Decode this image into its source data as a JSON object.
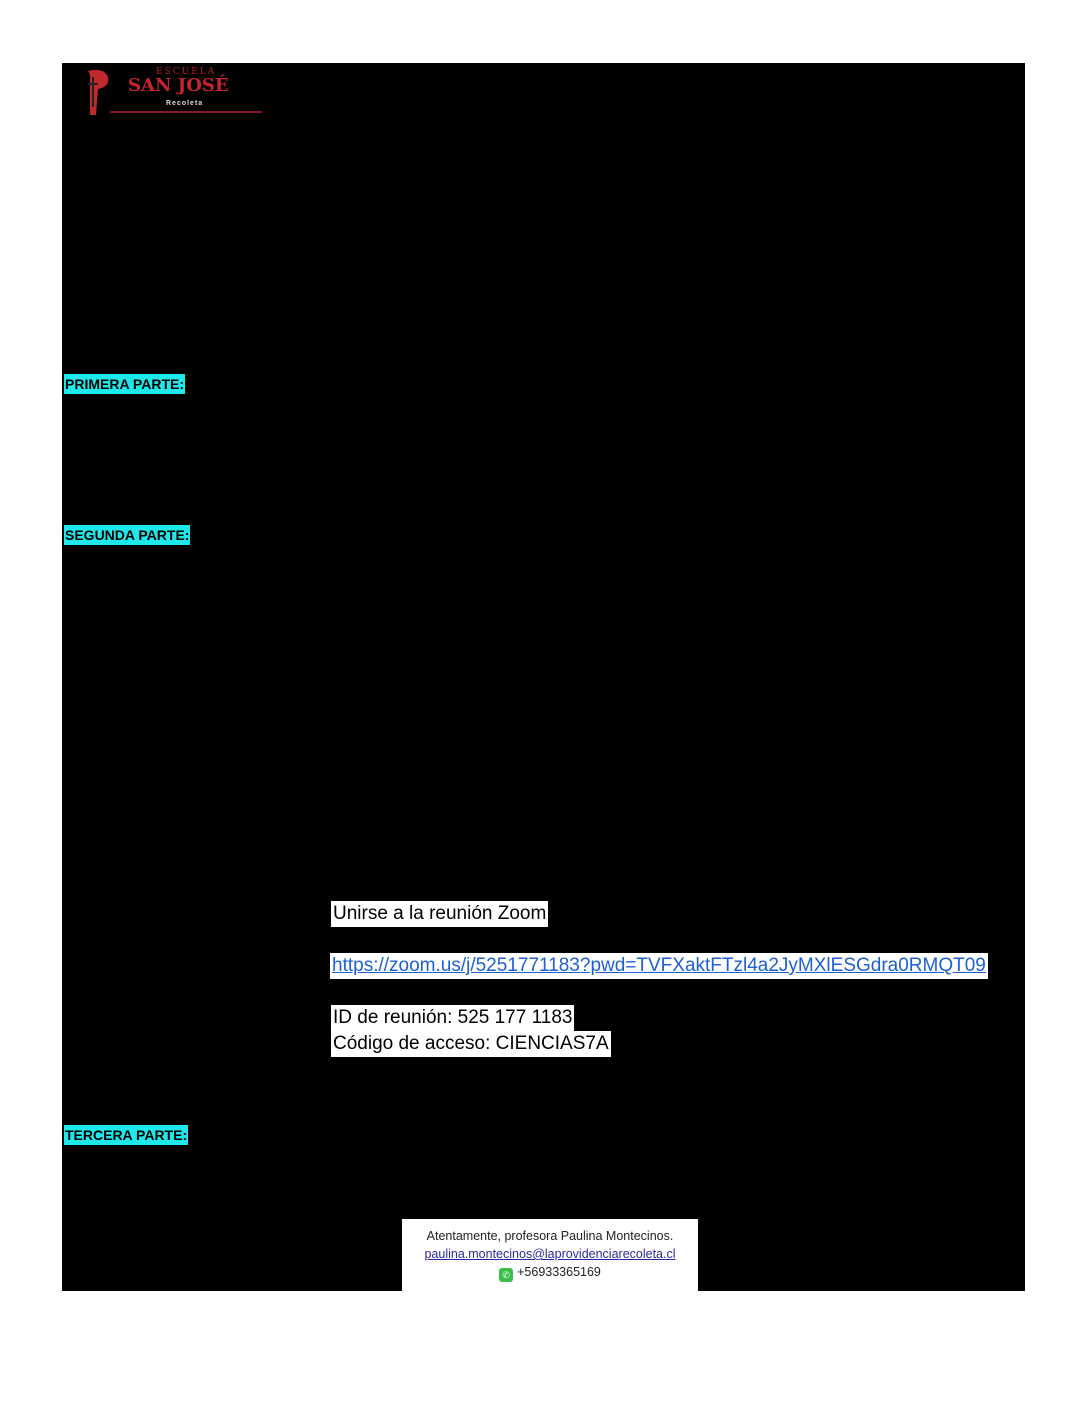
{
  "logo": {
    "line1": "ESCUELA",
    "line2": "SAN JOSÉ",
    "line3": "Recoleta"
  },
  "sections": {
    "primera": "PRIMERA PARTE:",
    "segunda": "SEGUNDA PARTE:",
    "tercera": "TERCERA PARTE:"
  },
  "zoom": {
    "join_label": "Unirse a la reunión Zoom",
    "url": "https://zoom.us/j/5251771183?pwd=TVFXaktFTzl4a2JyMXlESGdra0RMQT09",
    "meeting_id": "ID de reunión: 525 177 1183",
    "access_code": "Código de acceso: CIENCIAS7A"
  },
  "footer": {
    "signature": "Atentamente, profesora Paulina Montecinos.",
    "email": "paulina.montecinos@laprovidenciarecoleta.cl",
    "phone": "+56933365169"
  }
}
